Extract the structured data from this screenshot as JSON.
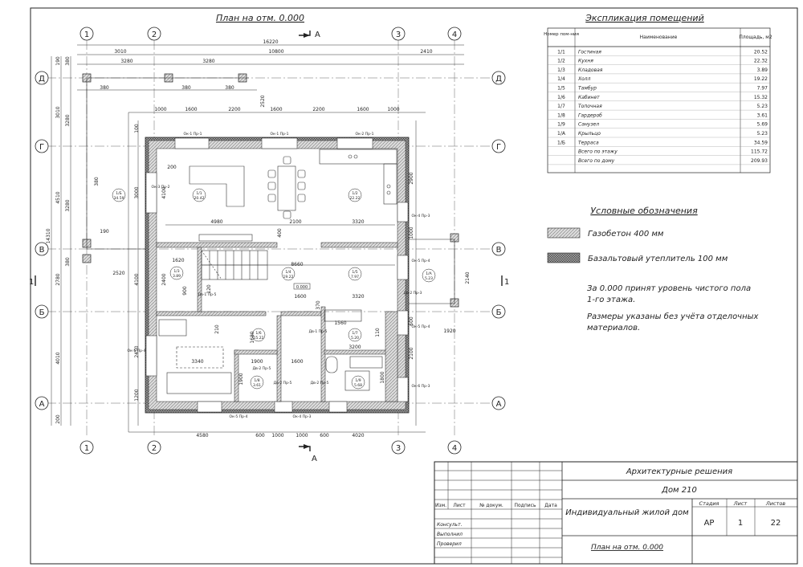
{
  "sheet": {
    "plan_title": "План на отм. 0.000",
    "section_mark": "А",
    "section_side_mark": "1"
  },
  "axes": {
    "vertical": [
      "1",
      "2",
      "3",
      "4"
    ],
    "horizontal": [
      "Д",
      "Г",
      "В",
      "Б",
      "А"
    ]
  },
  "dimensions": {
    "top_overall": "16220",
    "top_chain_1": [
      "3010",
      "10800",
      "2410"
    ],
    "top_chain_2": [
      "3280",
      "3280"
    ],
    "top_chain_3": [
      "380",
      "380",
      "380"
    ],
    "top_chain_4": [
      "1000",
      "1600",
      "2200",
      "2520",
      "1600",
      "2200",
      "1600",
      "1000"
    ],
    "left_overall": "14310",
    "left_chain_1": [
      "3010",
      "4510",
      "2780",
      "4010"
    ],
    "left_chain_2": [
      "3280",
      "3280"
    ],
    "left_small": [
      "190",
      "380",
      "380",
      "380",
      "190",
      "200"
    ],
    "interior": [
      "4980",
      "2100",
      "3320",
      "8660",
      "1620",
      "2400",
      "4100",
      "3000",
      "4100",
      "2520",
      "3320",
      "1600",
      "1560",
      "3200",
      "3340",
      "1900",
      "1600",
      "1900",
      "2100",
      "1800",
      "1680",
      "2900",
      "2140",
      "1920",
      "1200",
      "2450"
    ],
    "bottom_chain": [
      "4580",
      "600",
      "1000",
      "1000",
      "600",
      "4020"
    ],
    "small_misc": [
      "200",
      "400",
      "100",
      "900",
      "120",
      "210",
      "370",
      "600",
      "110",
      "1000"
    ],
    "level_mark": "0.000"
  },
  "room_tags": [
    {
      "code": "1/1",
      "area": "20.42"
    },
    {
      "code": "1/2",
      "area": "22.22"
    },
    {
      "code": "1/3",
      "area": "3.89"
    },
    {
      "code": "1/4",
      "area": "19.22"
    },
    {
      "code": "1/5",
      "area": "7.97"
    },
    {
      "code": "1/6",
      "area": "15.22"
    },
    {
      "code": "1/7",
      "area": "5.20"
    },
    {
      "code": "1/8",
      "area": "3.61"
    },
    {
      "code": "1/9",
      "area": "5.68"
    },
    {
      "code": "1/А",
      "area": "5.23"
    },
    {
      "code": "1/Б",
      "area": "34.59"
    }
  ],
  "openings": [
    "Ок-1 Пр-1",
    "Ок-1 Пр-1",
    "Ок-2 Пр-1",
    "Ок-3 Пр-2",
    "Ок-4 Пр-3",
    "Ок-5 Пр-4",
    "Ок-5 Пр-4",
    "Ок-6 Пр-3",
    "Ок-5 Пр-4",
    "Ок-4 Пр-3",
    "Ок-5 Пр-4",
    "Дв-1 Пр-5",
    "Дв-1 Пр-5",
    "Дв-2 Пр-5",
    "Дв-2 Пр-5",
    "Дв-2 Пр-3",
    "Дв-2 Пр-5"
  ],
  "explication": {
    "title": "Экспликация помещений",
    "headers": [
      "Номер пом-ния",
      "Наименование",
      "Площадь, м2"
    ],
    "rows": [
      [
        "1/1",
        "Гостиная",
        "20.52"
      ],
      [
        "1/2",
        "Кухня",
        "22.32"
      ],
      [
        "1/3",
        "Кладовая",
        "3.89"
      ],
      [
        "1/4",
        "Холл",
        "19.22"
      ],
      [
        "1/5",
        "Тамбур",
        "7.97"
      ],
      [
        "1/6",
        "Кабинет",
        "15.32"
      ],
      [
        "1/7",
        "Топочная",
        "5.23"
      ],
      [
        "1/8",
        "Гардероб",
        "3.61"
      ],
      [
        "1/9",
        "Санузел",
        "5.69"
      ],
      [
        "1/А",
        "Крыльцо",
        "5.23"
      ],
      [
        "1/Б",
        "Терраса",
        "34.59"
      ]
    ],
    "total_floor_label": "Всего по этажу",
    "total_floor_value": "115.72",
    "total_house_label": "Всего по дому",
    "total_house_value": "209.93"
  },
  "legend": {
    "title": "Условные обозначения",
    "items": [
      {
        "label": "Газобетон 400 мм"
      },
      {
        "label": "Базальтовый утеплитель 100 мм"
      }
    ]
  },
  "notes": [
    "За 0.000 принят уровень чистого пола",
    "1-го этажа.",
    "Размеры указаны без учёта отделочных",
    "материалов."
  ],
  "title_block": {
    "section": "Архитектурные решения",
    "project": "Дом 210",
    "object": "Индивидуальный жилой дом",
    "sheet_name": "План на отм. 0.000",
    "col_headers": [
      "Изм.",
      "Лист",
      "№ докум.",
      "Подпись",
      "Дата"
    ],
    "roles": [
      "Консульт.",
      "Выполнил",
      "Проверил"
    ],
    "meta_headers": [
      "Стадия",
      "Лист",
      "Листов"
    ],
    "meta_values": [
      "АР",
      "1",
      "22"
    ]
  },
  "colors": {
    "line": "#222222",
    "wall_hatch": "#8a8a8a",
    "insulation_hatch": "#555555",
    "axis_line": "#666666"
  }
}
